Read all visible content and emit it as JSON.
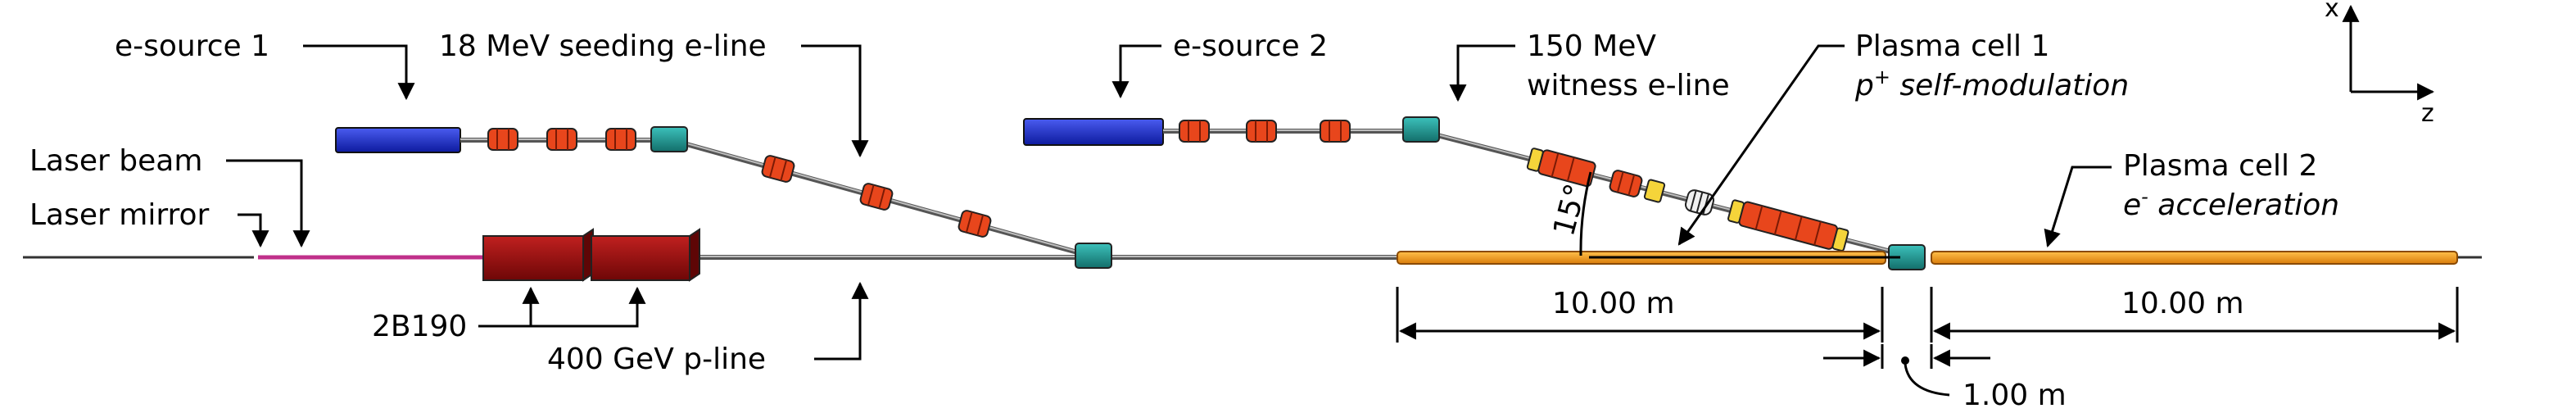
{
  "labels": {
    "esource1": "e-source 1",
    "seeding_line": "18 MeV seeding e-line",
    "esource2": "e-source 2",
    "witness_l1": "150 MeV",
    "witness_l2": "witness e-line",
    "plasma1_l1": "Plasma cell 1",
    "plasma1_l2_base": "p",
    "plasma1_l2_sup": "+",
    "plasma1_l2_rest": " self-modulation",
    "laser_beam": "Laser beam",
    "laser_mirror": "Laser mirror",
    "plasma2_l1": "Plasma cell 2",
    "plasma2_l2_base": "e",
    "plasma2_l2_sup": "-",
    "plasma2_l2_rest": " acceleration",
    "magnet": "2B190",
    "pline": "400 GeV p-line",
    "angle": "15°",
    "dist1": "10.00 m",
    "dist2": "10.00 m",
    "gap": "1.00 m",
    "axis_x": "x",
    "axis_z": "z"
  },
  "colors": {
    "esource": "#1e2fd6",
    "quad": "#e8461c",
    "dipole": "#1f9e9a",
    "plasma": "#f5a01e",
    "magnet": "#a50d0d",
    "laser": "#c0308a",
    "corrector": "#f5d43a"
  }
}
